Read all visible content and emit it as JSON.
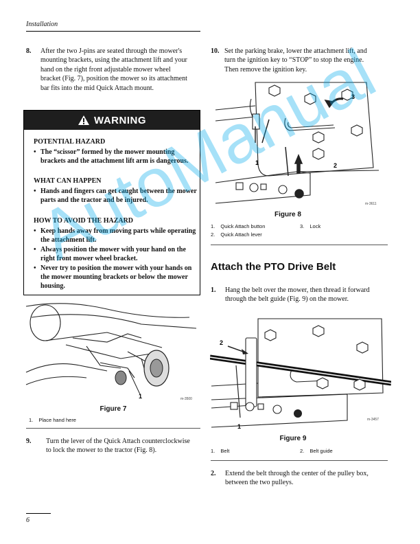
{
  "header": {
    "section": "Installation"
  },
  "left_column": {
    "step8": {
      "number": "8.",
      "text": "After the two J-pins are seated through the mower's mounting brackets, using the attachment lift and your hand on the right front adjustable mower wheel bracket (Fig. 7), position the mower so its attachment bar fits into the mid Quick Attach mount."
    },
    "warning": {
      "banner": "WARNING",
      "potential_hazard_heading": "POTENTIAL HAZARD",
      "potential_hazard_items": [
        "The “scissor” formed by the mower mounting brackets and the attachment lift arm is dangerous."
      ],
      "what_can_happen_heading": "WHAT CAN HAPPEN",
      "what_can_happen_items": [
        "Hands and fingers can get caught between the mower parts and the tractor and be injured."
      ],
      "how_to_avoid_heading": "HOW TO AVOID THE HAZARD",
      "how_to_avoid_items": [
        "Keep hands away from moving parts while operating the attachment lift.",
        "Always position the mower with your hand on the right front mower wheel bracket.",
        "Never try to position the mower with your hands on the mower mounting brackets or below the mower housing."
      ]
    },
    "figure7": {
      "title": "Figure 7",
      "code": "m-3500",
      "marker": "1",
      "callouts": [
        {
          "num": "1.",
          "label": "Place hand here"
        }
      ]
    },
    "step9": {
      "number": "9.",
      "text": "Turn the lever of the Quick Attach counterclockwise to lock the mower to the tractor (Fig. 8)."
    }
  },
  "right_column": {
    "step10": {
      "number": "10.",
      "text": "Set the parking brake, lower the attachment lift, and turn the ignition key to “STOP” to stop the engine. Then remove the ignition key."
    },
    "figure8": {
      "title": "Figure 8",
      "code": "m-3611",
      "markers": [
        "1",
        "2",
        "3"
      ],
      "callouts": [
        {
          "num": "1.",
          "label": "Quick Attach button"
        },
        {
          "num": "2.",
          "label": "Quick Attach lever"
        },
        {
          "num": "3.",
          "label": "Lock"
        }
      ]
    },
    "section_heading": "Attach the PTO Drive Belt",
    "step1": {
      "number": "1.",
      "text": "Hang the belt over the mower, then thread it forward through the belt guide (Fig. 9) on the mower."
    },
    "figure9": {
      "title": "Figure 9",
      "code": "m-3457",
      "markers": [
        "1",
        "2"
      ],
      "callouts": [
        {
          "num": "1.",
          "label": "Belt"
        },
        {
          "num": "2.",
          "label": "Belt guide"
        }
      ]
    },
    "step2": {
      "number": "2.",
      "text": "Extend the belt through the center of the pulley box, between the two pulleys."
    }
  },
  "footer": {
    "page_number": "6"
  },
  "watermark": {
    "text": "AutoManual",
    "color": "#00aaeb"
  }
}
